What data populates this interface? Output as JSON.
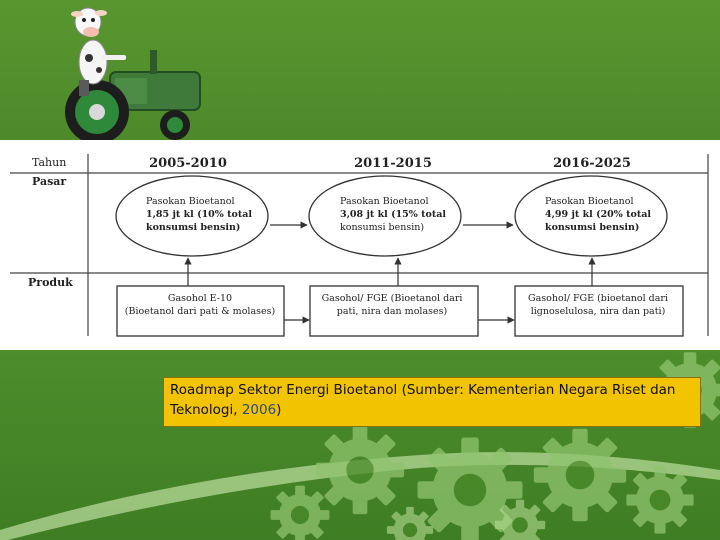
{
  "roadmap": {
    "row_labels": {
      "year": "Tahun",
      "market": "Pasar",
      "product": "Produk"
    },
    "periods": [
      "2005-2010",
      "2011-2015",
      "2016-2025"
    ],
    "market": [
      [
        "Pasokan Bioetanol",
        "1,85 jt kl (10% total",
        "konsumsi bensin)"
      ],
      [
        "Pasokan Bioetanol",
        "3,08 jt kl (15% total",
        "konsumsi bensin)"
      ],
      [
        "Pasokan Bioetanol",
        "4,99 jt kl (20% total",
        "konsumsi bensin)"
      ]
    ],
    "products": [
      [
        "Gasohol E-10",
        "(Bioetanol dari pati & molases)"
      ],
      [
        "Gasohol/ FGE (Bioetanol dari",
        "pati, nira dan molases)"
      ],
      [
        "Gasohol/ FGE (bioetanol dari",
        "lignoselulosa, nira dan pati)"
      ]
    ]
  },
  "caption": {
    "text": "Roadmap Sektor Energi Bioetanol (Sumber: Kementerian Negara Riset dan Teknologi, ",
    "year": "2006",
    "close": ")"
  },
  "colors": {
    "green_background": "#4f8f2e",
    "caption_background": "#f2c300",
    "tractor_green": "#3f7a3a"
  },
  "icons": [
    "cow-on-tractor-illustration",
    "gear-decoration"
  ]
}
